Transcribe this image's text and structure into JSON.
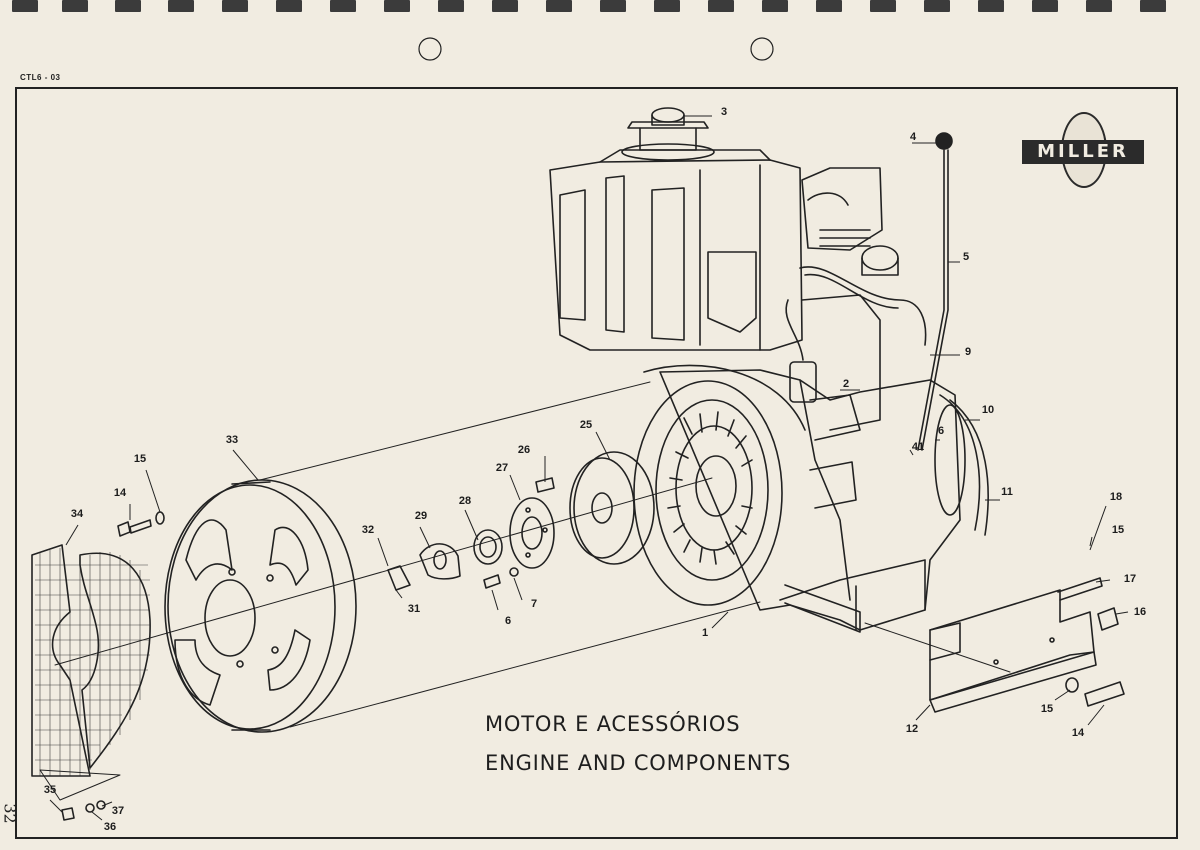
{
  "document": {
    "ref_code": "CTL6 - 03",
    "title_pt": "MOTOR E ACESSÓRIOS",
    "title_en": "ENGINE AND COMPONENTS",
    "page_number": "32",
    "brand": "MILLER"
  },
  "callouts": [
    "3",
    "4",
    "5",
    "9",
    "2",
    "10",
    "6",
    "41",
    "11",
    "25",
    "26",
    "27",
    "28",
    "29",
    "32",
    "31",
    "6",
    "7",
    "33",
    "15",
    "14",
    "34",
    "1",
    "18",
    "15",
    "17",
    "16",
    "12",
    "15",
    "14",
    "35",
    "37",
    "36"
  ],
  "colors": {
    "paper": "#f1ece1",
    "ink": "#222222"
  }
}
